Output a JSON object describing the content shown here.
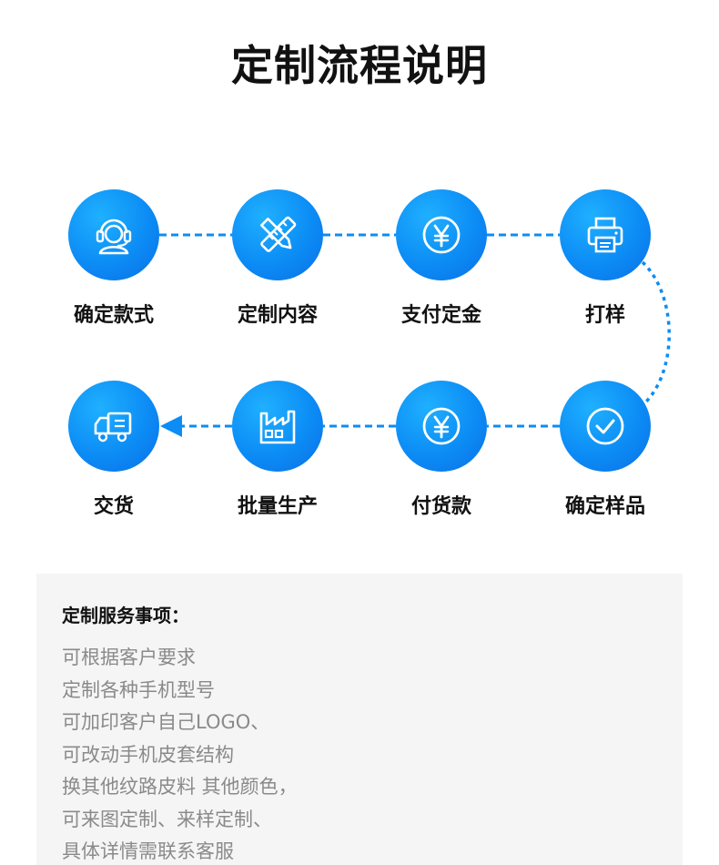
{
  "page": {
    "title": "定制流程说明"
  },
  "flow": {
    "accent_color": "#0c8cf5",
    "steps": [
      {
        "label": "确定款式",
        "icon": "customer-service-icon"
      },
      {
        "label": "定制内容",
        "icon": "pencil-ruler-icon"
      },
      {
        "label": "支付定金",
        "icon": "yen-coin-icon"
      },
      {
        "label": "打样",
        "icon": "printer-icon"
      },
      {
        "label": "确定样品",
        "icon": "check-circle-icon"
      },
      {
        "label": "付货款",
        "icon": "yen-coin-icon"
      },
      {
        "label": "批量生产",
        "icon": "factory-icon"
      },
      {
        "label": "交货",
        "icon": "delivery-truck-icon"
      }
    ]
  },
  "notes": {
    "title": "定制服务事项：",
    "lines": [
      "可根据客户要求",
      "定制各种手机型号",
      "可加印客户自己LOGO、",
      "可改动手机皮套结构",
      "换其他纹路皮料 其他颜色，",
      "可来图定制、来样定制、",
      "具体详情需联系客服"
    ]
  }
}
